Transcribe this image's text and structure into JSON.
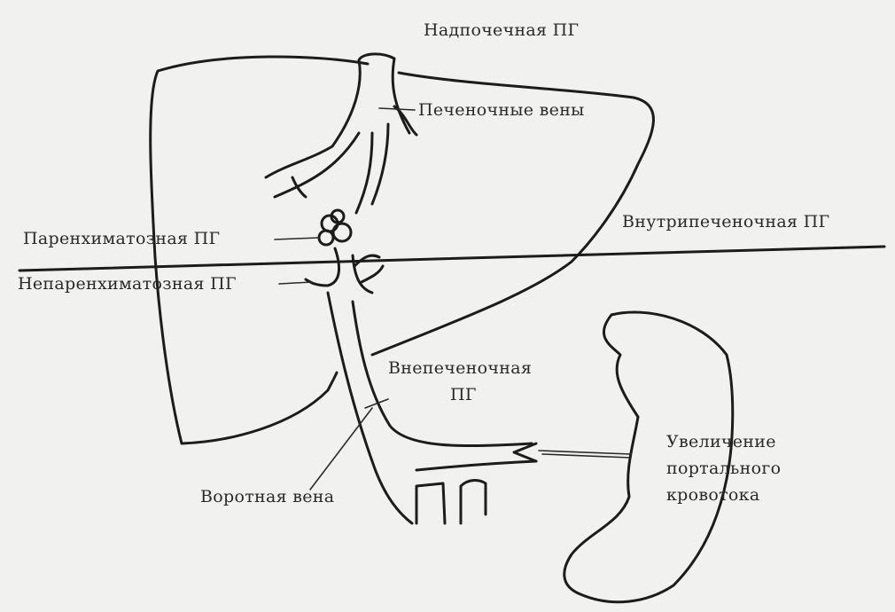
{
  "labels": {
    "suprahepatic": "Надпочечная ПГ",
    "hepatic_veins": "Печеночные вены",
    "intrahepatic": "Внутрипеченочная ПГ",
    "parenchymal": "Паренхиматозная ПГ",
    "nonparenchymal": "Непаренхиматозная ПГ",
    "extrahepatic_line1": "Внепеченочная",
    "extrahepatic_line2": "ПГ",
    "increase_line1": "Увеличение",
    "increase_line2": "портального",
    "increase_line3": "кровотока",
    "portal_vein": "Воротная вена"
  }
}
